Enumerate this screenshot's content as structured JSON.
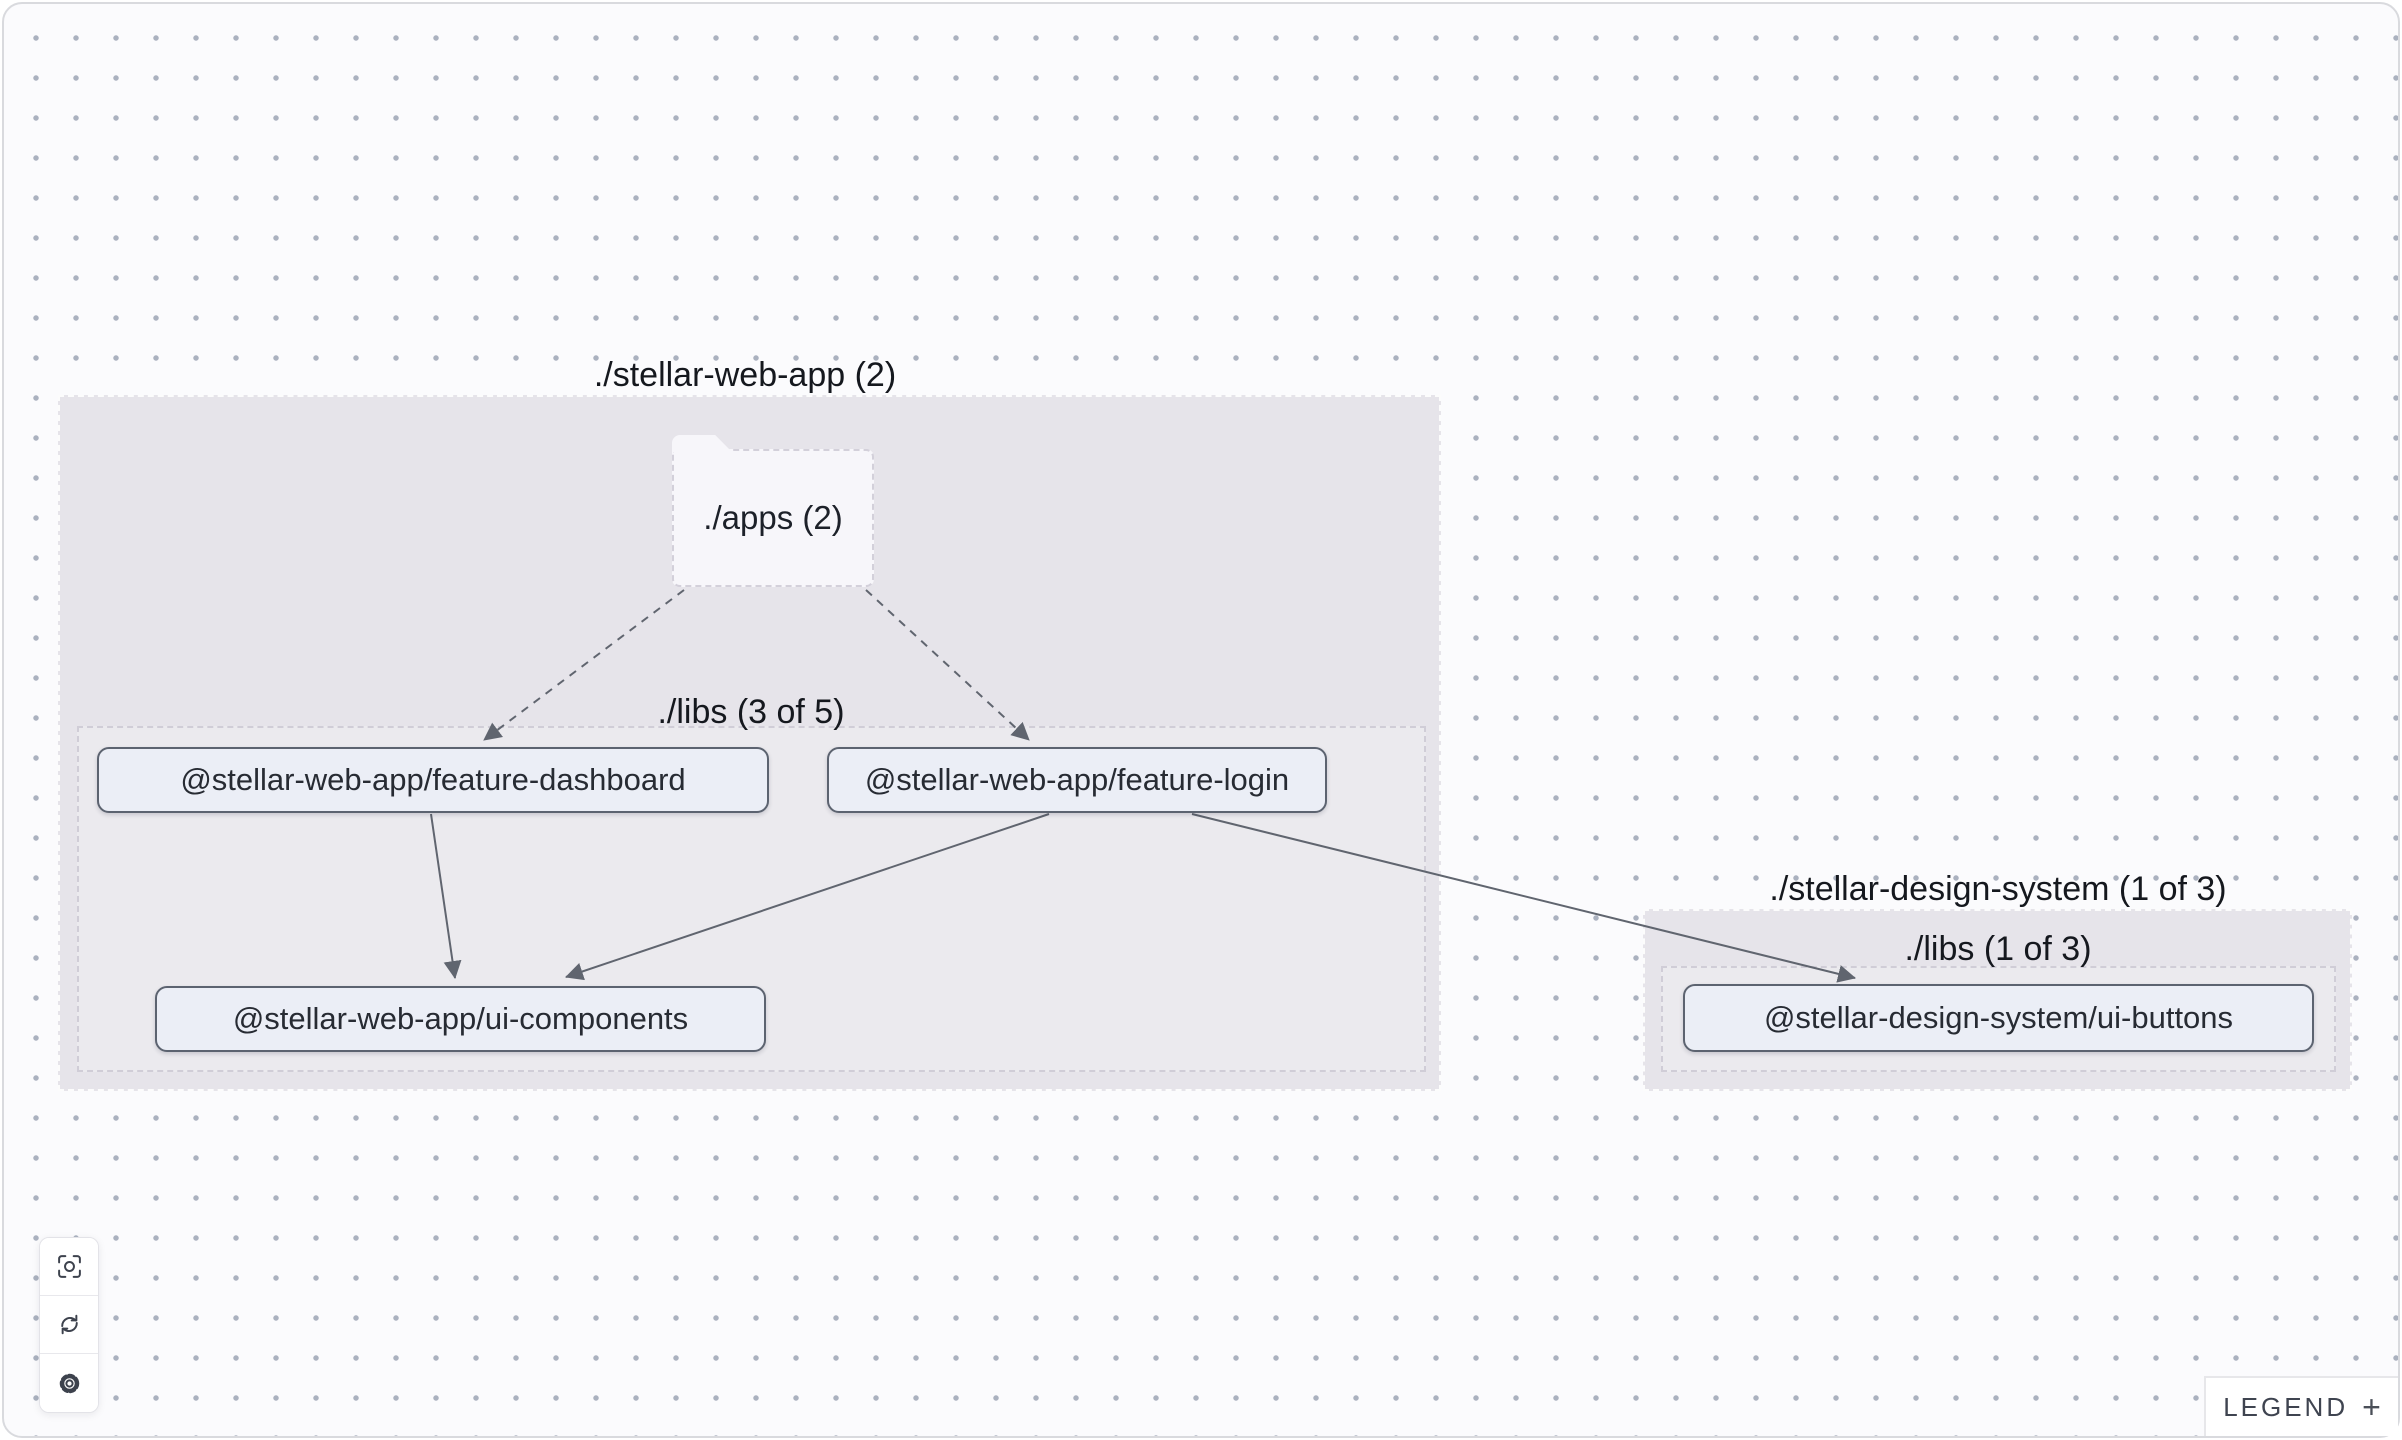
{
  "graph": {
    "groups": [
      {
        "label": "./stellar-web-app (2)"
      },
      {
        "label": "./stellar-design-system (1 of 3)"
      }
    ],
    "subgroups": [
      {
        "label": "./libs (3 of 5)"
      },
      {
        "label": "./libs (1 of 3)"
      }
    ],
    "folder": {
      "label": "./apps (2)"
    },
    "nodes": [
      {
        "label": "@stellar-web-app/feature-dashboard"
      },
      {
        "label": "@stellar-web-app/feature-login"
      },
      {
        "label": "@stellar-web-app/ui-components"
      },
      {
        "label": "@stellar-design-system/ui-buttons"
      }
    ],
    "edges": [
      {
        "from": "./apps",
        "to": "@stellar-web-app/feature-dashboard",
        "style": "dashed"
      },
      {
        "from": "./apps",
        "to": "@stellar-web-app/feature-login",
        "style": "dashed"
      },
      {
        "from": "@stellar-web-app/feature-dashboard",
        "to": "@stellar-web-app/ui-components",
        "style": "solid"
      },
      {
        "from": "@stellar-web-app/feature-login",
        "to": "@stellar-web-app/ui-components",
        "style": "solid"
      },
      {
        "from": "@stellar-web-app/feature-login",
        "to": "@stellar-design-system/ui-buttons",
        "style": "solid"
      }
    ]
  },
  "toolbar": {
    "buttons": [
      {
        "name": "focus"
      },
      {
        "name": "refresh"
      },
      {
        "name": "settings"
      }
    ]
  },
  "legend": {
    "label": "LEGEND",
    "plus": "+"
  },
  "colors": {
    "canvas_bg": "#fbfbfd",
    "dot": "#aab1bf",
    "group_bg": "#e6e4ea",
    "node_bg": "#ebeef6",
    "node_border": "#5c6370",
    "edge": "#60656f",
    "text": "#1d2129"
  }
}
